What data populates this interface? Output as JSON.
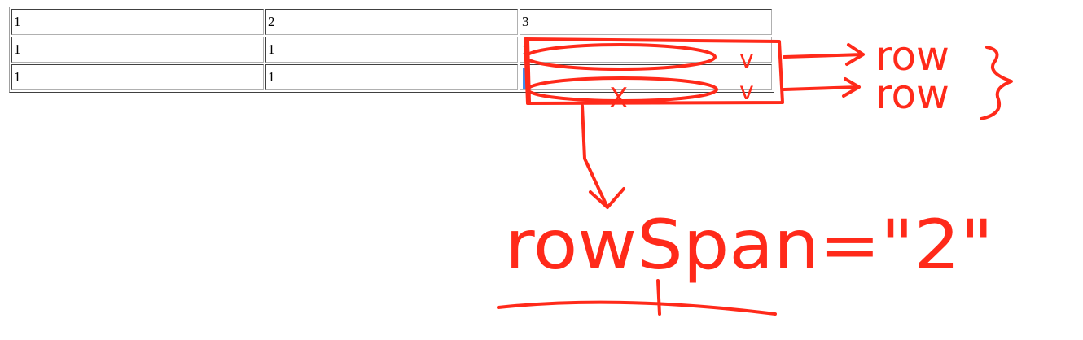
{
  "table": {
    "rows": [
      [
        "1",
        "2",
        "3"
      ],
      [
        "1",
        "1",
        "1"
      ],
      [
        "1",
        "1",
        ""
      ]
    ]
  },
  "annotations": {
    "color": "#ff2a1a",
    "check_mark_1": "v",
    "check_mark_2": "v",
    "cross_mark": "X",
    "row_label_1": "row",
    "row_label_2": "row",
    "rowspan_text": "rowSpan=\"2\""
  }
}
